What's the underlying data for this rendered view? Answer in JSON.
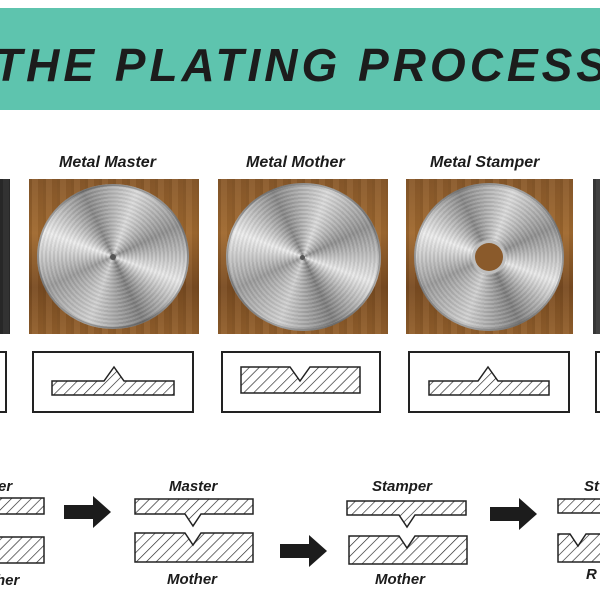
{
  "banner": {
    "title": "THE PLATING PROCESS",
    "color": "#5ec4ae"
  },
  "stages": [
    {
      "caption": "Metal Master"
    },
    {
      "caption": "Metal Mother"
    },
    {
      "caption": "Metal Stamper"
    }
  ],
  "flow": {
    "master_left_top": "er",
    "master_left_bottom": "her",
    "master_top": "Master",
    "master_bottom": "Mother",
    "stamper_top": "Stamper",
    "stamper_bottom": "Mother",
    "right_top": "St",
    "right_bottom": "R"
  }
}
